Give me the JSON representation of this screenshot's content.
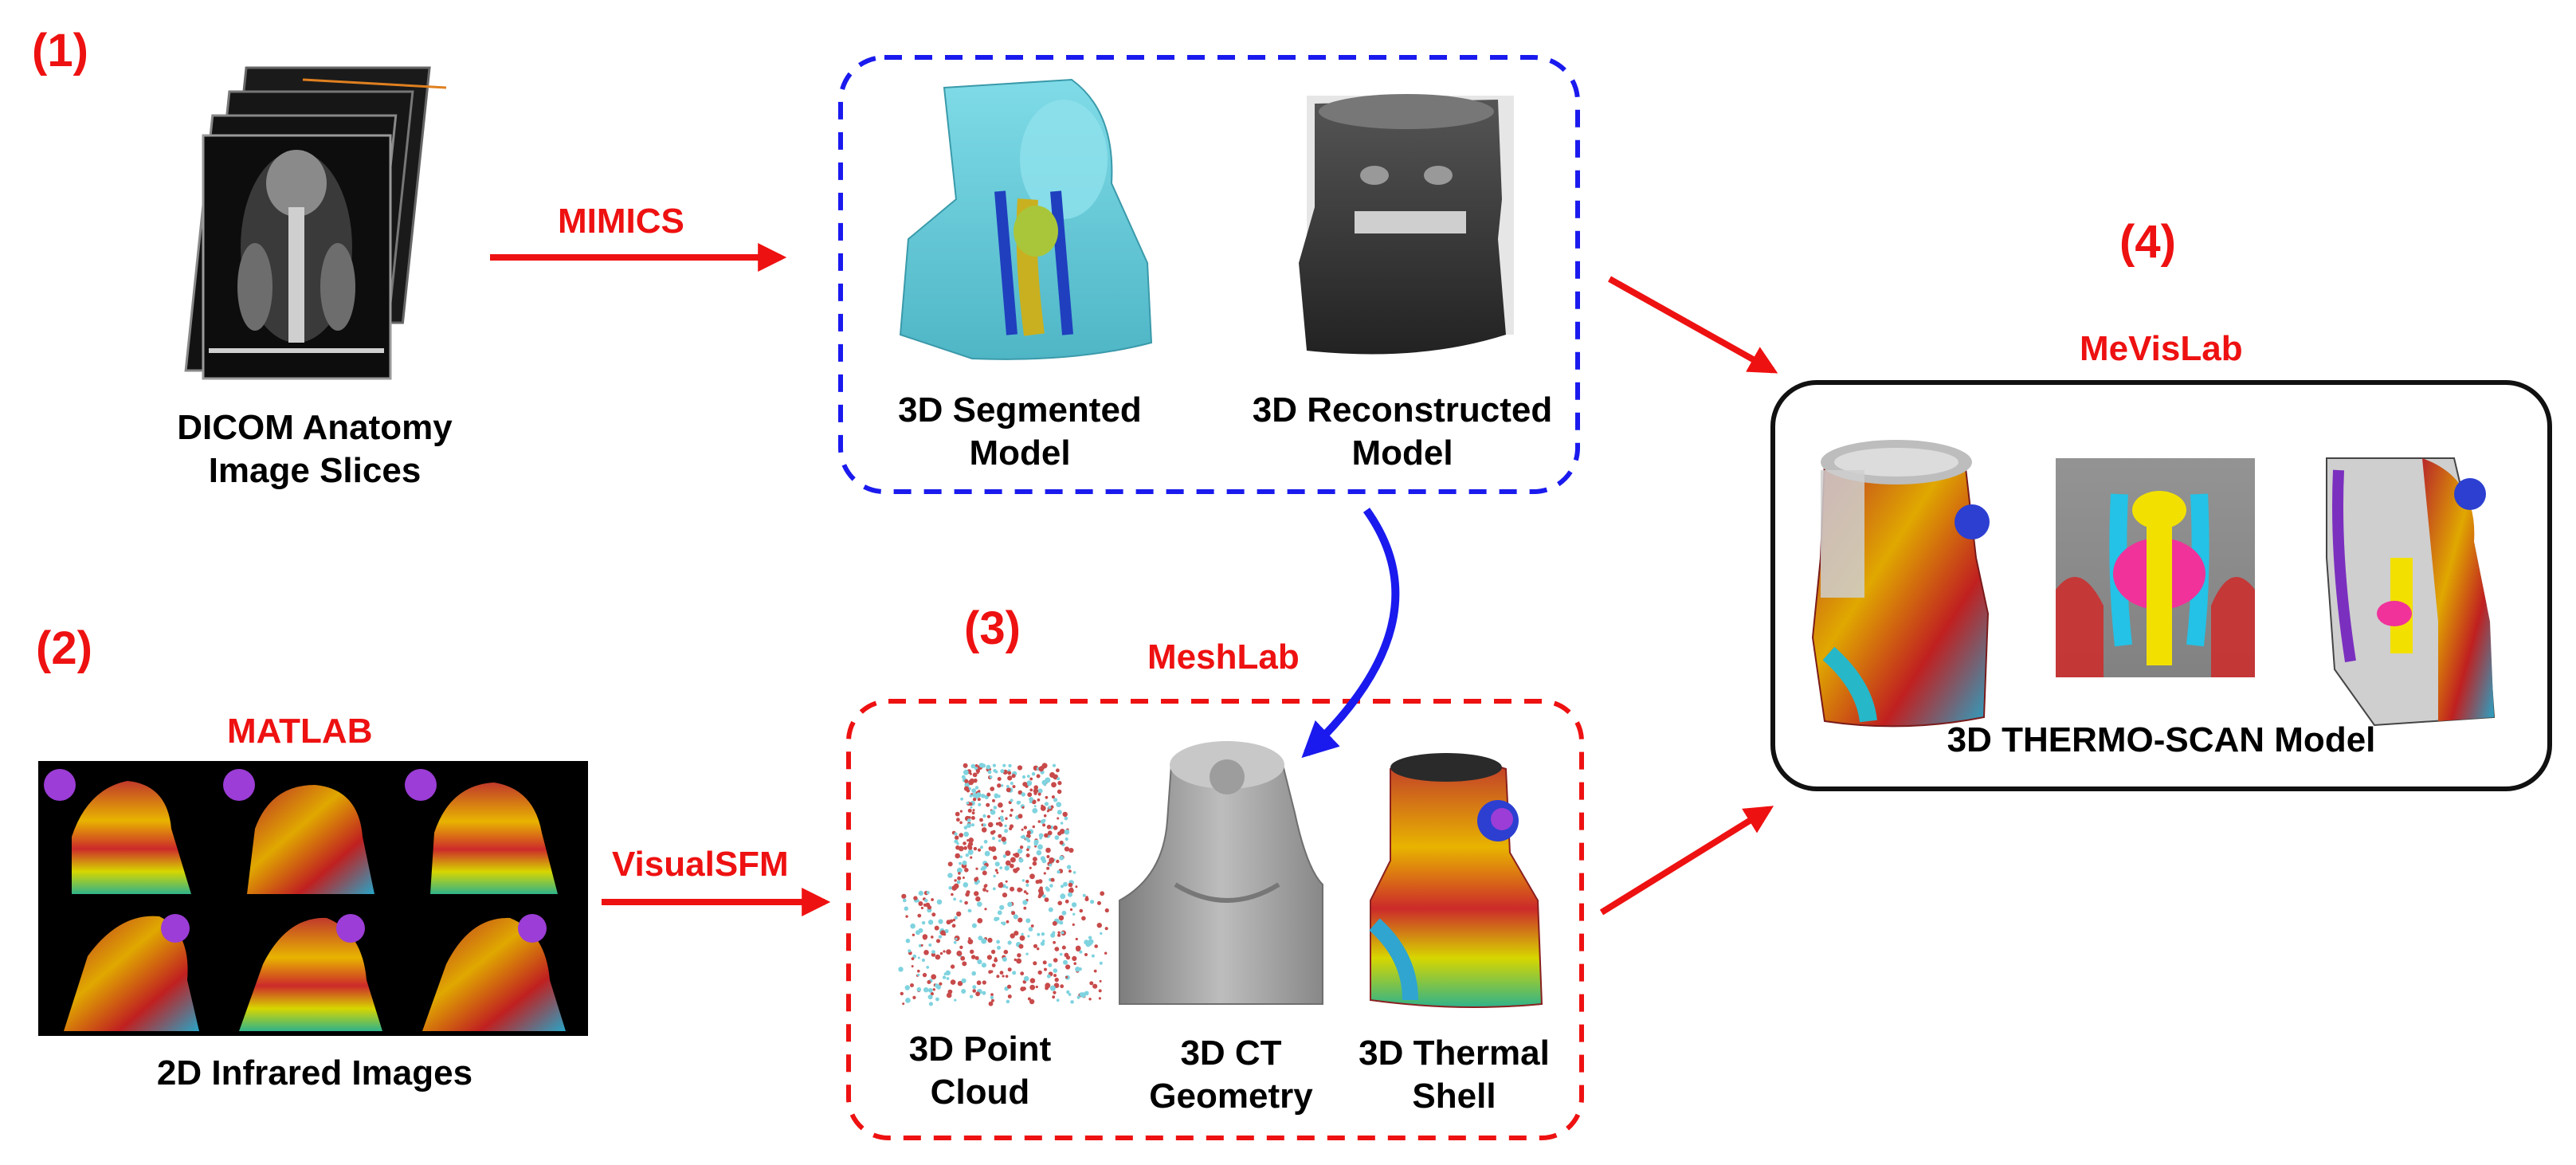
{
  "steps": {
    "s1": "(1)",
    "s2": "(2)",
    "s3": "(3)",
    "s4": "(4)"
  },
  "tools": {
    "mimics": "MIMICS",
    "matlab": "MATLAB",
    "visualsfm": "VisualSFM",
    "meshlab": "MeshLab",
    "mevislab": "MeVisLab"
  },
  "labels": {
    "dicom": [
      "DICOM Anatomy",
      "Image Slices"
    ],
    "infrared": [
      "2D Infrared Images"
    ],
    "segmented": [
      "3D Segmented",
      "Model"
    ],
    "reconstructed": [
      "3D Reconstructed",
      "Model"
    ],
    "point_cloud": [
      "3D Point",
      "Cloud"
    ],
    "ct_geometry": [
      "3D CT",
      "Geometry"
    ],
    "thermal_shell": [
      "3D Thermal",
      "Shell"
    ],
    "thermo_scan": [
      "3D THERMO-SCAN Model"
    ]
  },
  "colors": {
    "accent_red": "#ee1111",
    "accent_blue": "#1a1aee",
    "segment_cyan": "#6fd0de",
    "mesh_gray": "#9a9a9a"
  }
}
